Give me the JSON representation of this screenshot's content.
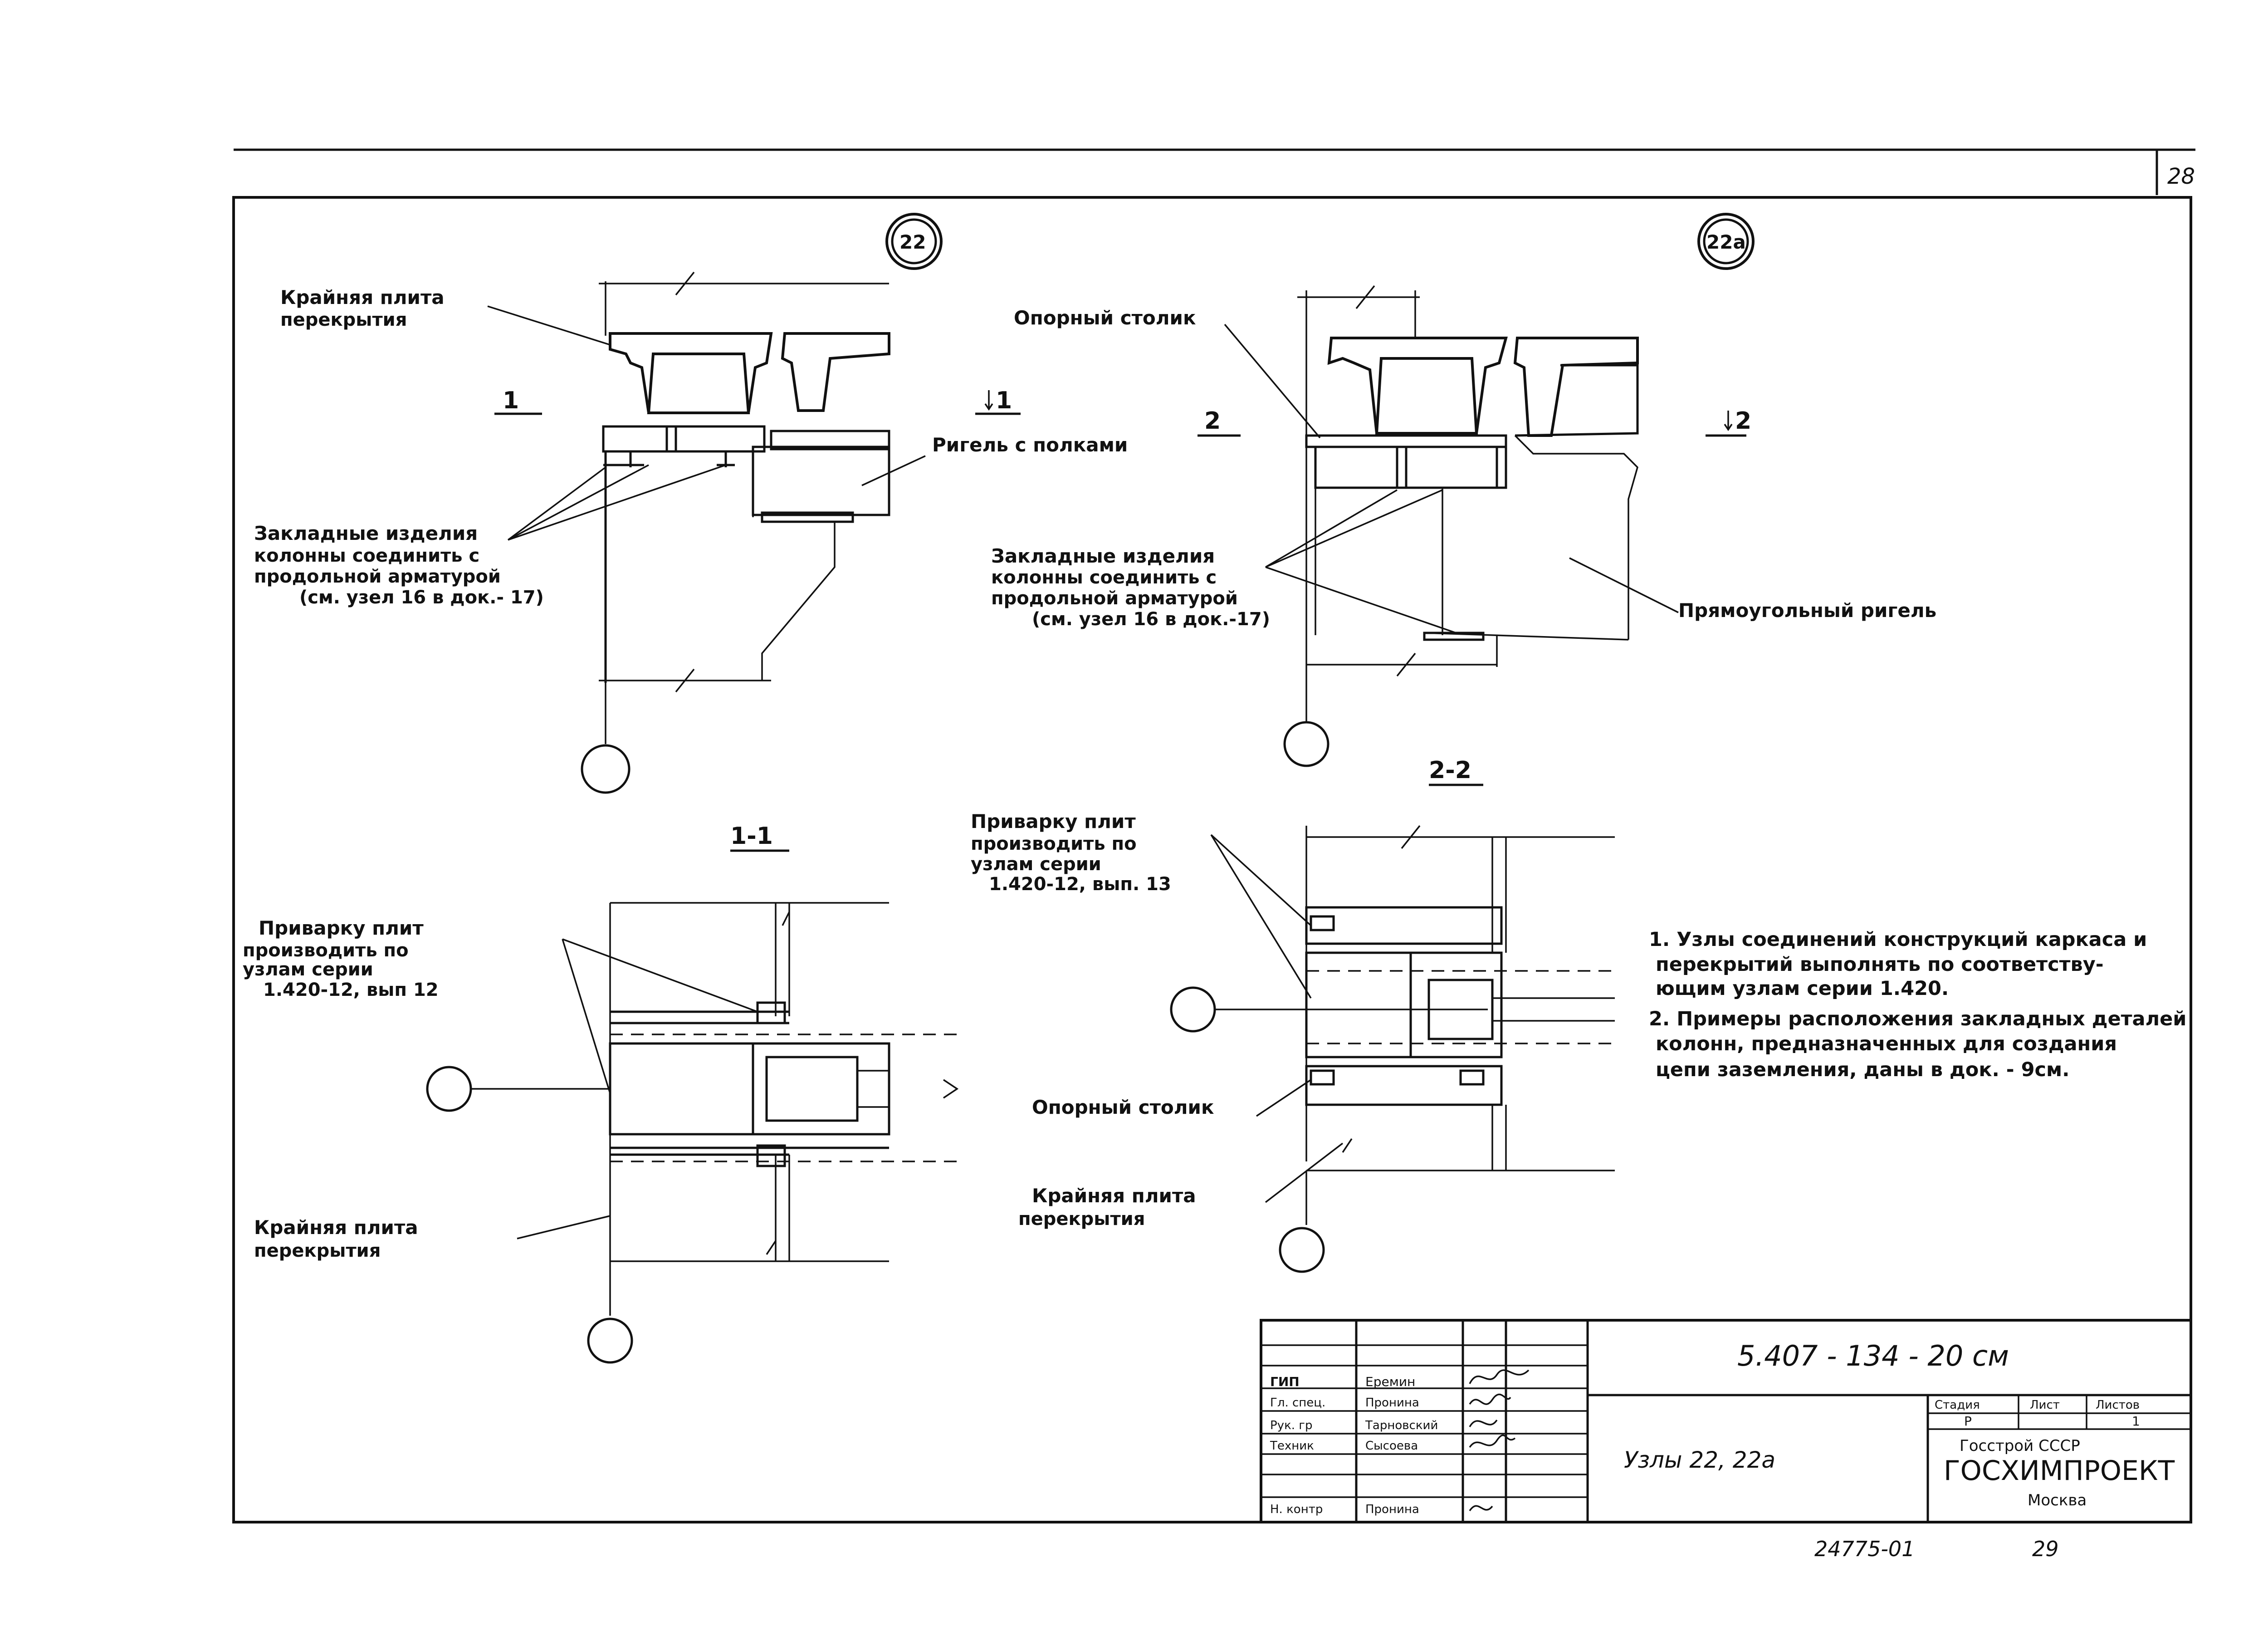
{
  "page": {
    "sheet_number": "28",
    "bottom_number": "24775-01",
    "bottom_page": "29"
  },
  "node_22": {
    "bubble": "22",
    "label_slab": [
      "Крайняя плита",
      "перекрытия"
    ],
    "label_crossbar": "Ригель с полками",
    "label_embedded": [
      "Закладные изделия",
      "колонны соединить с",
      "продольной арматурой",
      "(см. узел 16 в док.- 17)"
    ],
    "section_mark_left": "1",
    "section_mark_right": "1"
  },
  "node_22a": {
    "bubble": "22а",
    "label_support": "Опорный столик",
    "label_embedded": [
      "Закладные изделия",
      "колонны соединить с",
      "продольной арматурой",
      "(см. узел 16 в док.-17)"
    ],
    "label_crossbar": "Прямоугольный ригель",
    "section_mark_left": "2",
    "section_mark_right": "2"
  },
  "section_1_1": {
    "title": "1-1",
    "label_welding": [
      "Приварку плит",
      "производить по",
      "узлам серии",
      "1.420-12, вып 12"
    ],
    "label_slab": [
      "Крайняя плита",
      "перекрытия"
    ]
  },
  "section_2_2": {
    "title": "2-2",
    "label_welding": [
      "Приварку плит",
      "производить по",
      "узлам серии",
      "1.420-12, вып. 13"
    ],
    "label_support": "Опорный столик",
    "label_slab": [
      "Крайняя плита",
      "перекрытия"
    ]
  },
  "notes": [
    "1. Узлы соединений конструкций каркаса и",
    "перекрытий выполнять по соответству-",
    "ющим узлам серии 1.420.",
    "2. Примеры расположения закладных деталей",
    "колонн, предназначенных для создания",
    "цепи заземления, даны в док. - 9см."
  ],
  "title_block": {
    "doc_code": "5.407 - 134 - 20 см",
    "rows": [
      {
        "role": "ГИП",
        "name": "Еремин"
      },
      {
        "role": "Гл. спец.",
        "name": "Пронина"
      },
      {
        "role": "Рук. гр",
        "name": "Тарновский"
      },
      {
        "role": "Техник",
        "name": "Сысоева"
      },
      {
        "role": "Н. контр",
        "name": "Пронина"
      }
    ],
    "title": "Узлы 22, 22а",
    "stage_header": "Стадия",
    "sheet_header": "Лист",
    "sheets_header": "Листов",
    "stage": "Р",
    "sheets": "1",
    "org_line1": "Госстрой СССР",
    "org_line2": "ГОСХИМПРОЕКТ",
    "org_line3": "Москва"
  }
}
